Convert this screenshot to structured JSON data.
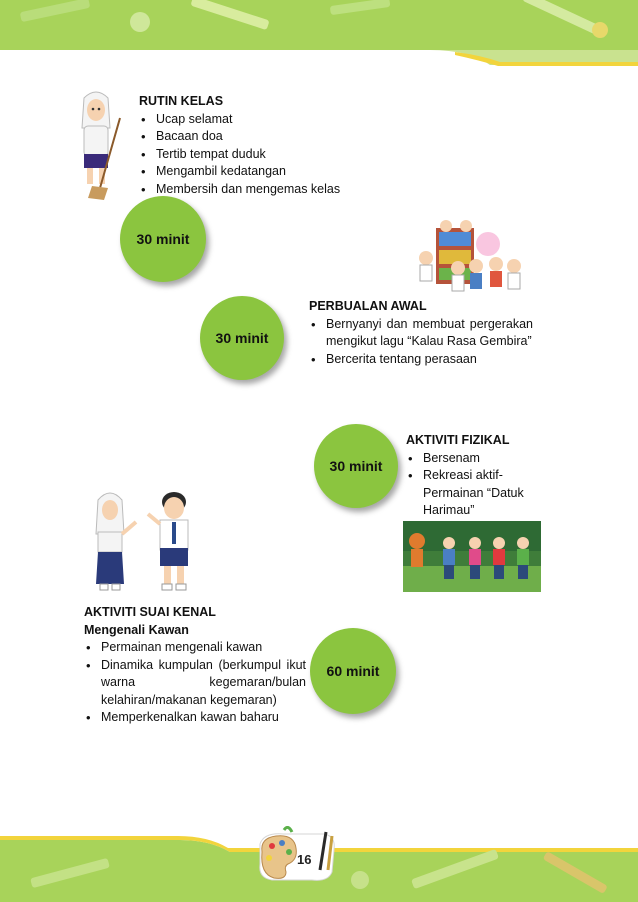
{
  "sections": {
    "rutin_kelas": {
      "title": "RUTIN KELAS",
      "items": [
        "Ucap selamat",
        "Bacaan doa",
        "Tertib tempat duduk",
        "Mengambil kedatangan",
        "Membersih dan mengemas kelas"
      ]
    },
    "perbualan_awal": {
      "title": "PERBUALAN AWAL",
      "items": [
        "Bernyanyi dan membuat pergerakan mengikut lagu “Kalau Rasa Gembira”",
        "Bercerita tentang perasaan"
      ]
    },
    "aktiviti_fizikal": {
      "title": "AKTIVITI FIZIKAL",
      "items": [
        "Bersenam",
        "Rekreasi aktif- Permainan “Datuk Harimau”"
      ]
    },
    "aktiviti_suai_kenal": {
      "title": "AKTIVITI SUAI KENAL",
      "subtitle": "Mengenali Kawan",
      "items": [
        "Permainan mengenali kawan",
        "Dinamika kumpulan (berkumpul ikut warna kegemaran/bulan kelahiran/makanan kegemaran)",
        "Memperkenalkan kawan baharu"
      ]
    }
  },
  "durations": [
    "30 minit",
    "30 minit",
    "30 minit",
    "60 minit"
  ],
  "page_number": "16",
  "colors": {
    "circle": "#8bc53f",
    "band_green": "#9ccd4a",
    "band_yellow": "#f2d43c"
  },
  "illustrations": [
    "girl-sweeping-icon",
    "children-reading-icon",
    "children-greeting-icon",
    "children-playing-icon",
    "art-palette-icon"
  ]
}
